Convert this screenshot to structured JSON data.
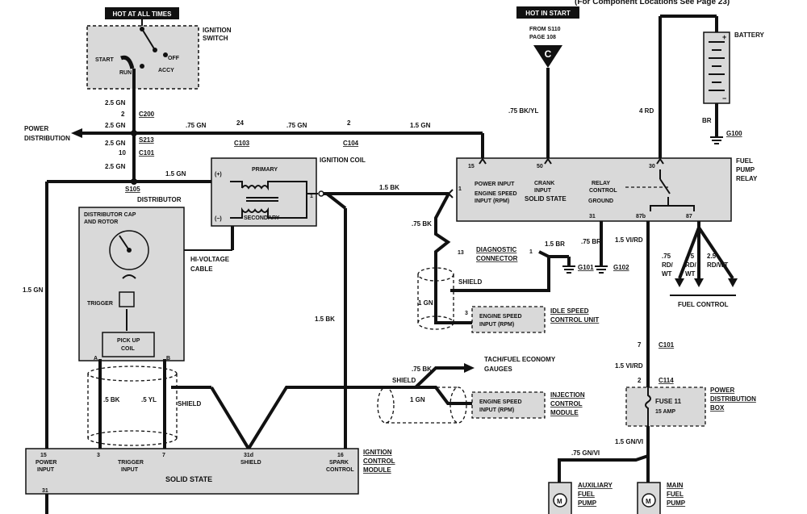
{
  "header": {
    "hot_all_times": "HOT AT ALL TIMES",
    "hot_in_start": "HOT IN START",
    "note": "(For Component Locations See Page 23)"
  },
  "ignition_switch": {
    "title1": "IGNITION",
    "title2": "SWITCH",
    "start": "START",
    "run": "RUN",
    "off": "OFF",
    "accy": "ACCY"
  },
  "power_distribution": {
    "line1": "POWER",
    "line2": "DISTRIBUTION"
  },
  "wires": {
    "gn25_a": "2.5 GN",
    "gn25_b": "2.5 GN",
    "gn25_c": "2.5 GN",
    "gn25_d": "2.5 GN",
    "gn075_a": ".75 GN",
    "gn075_b": ".75 GN",
    "gn15_top": "1.5 GN",
    "gn15_coil": "1.5 GN",
    "gn15_left": "1.5 GN",
    "bk15_coil": "1.5 BK",
    "bk15_down": "1.5 BK",
    "bk075_diag": ".75 BK",
    "bk075_tach": ".75 BK",
    "bkyl": ".75 BK/YL",
    "rd4": "4 RD",
    "br": "BR",
    "br15": "1.5 BR",
    "br075": ".75 BR",
    "virdd": "1.5 VI/RD",
    "virdd2": "1.5 VI/RD",
    "gnvi15": "1.5 GN/VI",
    "gnvi075": ".75 GN/VI",
    "rdwt1": ".75",
    "rdwt1b": "RD/",
    "rdwt1c": "WT",
    "rdwt2": ".75",
    "rdwt2b": "RD/",
    "rdwt2c": "WT",
    "rdwt3": "2.5",
    "rdwt3b": "RD/WT",
    "gn1": "1 GN",
    "gn1b": "1 GN",
    "bk5": ".5 BK",
    "yl5": ".5 YL"
  },
  "connectors": {
    "c200": "C200",
    "c200_pin": "2",
    "s213": "S213",
    "c101": "C101",
    "c101_pin": "10",
    "s105": "S105",
    "c103": "C103",
    "c103_pin": "24",
    "c104": "C104",
    "c104_pin": "2",
    "c101b": "C101",
    "c101b_pin": "7",
    "c114": "C114",
    "c114_pin": "2"
  },
  "from_s110": {
    "line1": "FROM S110",
    "line2": "PAGE 108",
    "letter": "C"
  },
  "battery": {
    "label": "BATTERY",
    "plus": "+",
    "minus": "−"
  },
  "grounds": {
    "g100": "G100",
    "g101": "G101",
    "g102": "G102"
  },
  "ignition_coil": {
    "title": "IGNITION COIL",
    "primary": "PRIMARY",
    "secondary": "SECONDARY",
    "plus": "(+)",
    "minus": "(−)",
    "pin1": "1"
  },
  "hv_cable": {
    "line1": "HI-VOLTAGE",
    "line2": "CABLE"
  },
  "distributor": {
    "title": "DISTRIBUTOR",
    "cap1": "DISTRIBUTOR CAP",
    "cap2": "AND ROTOR",
    "trigger": "TRIGGER",
    "pickup1": "PICK UP",
    "pickup2": "COIL",
    "a": "A",
    "b": "B"
  },
  "relay": {
    "title1": "FUEL",
    "title2": "PUMP",
    "title3": "RELAY",
    "pin15": "15",
    "pin50": "50",
    "pin30": "30",
    "pin1": "1",
    "pin31": "31",
    "pin87b": "87b",
    "pin87": "87",
    "power_input": "POWER INPUT",
    "crank1": "CRANK",
    "crank2": "INPUT",
    "relay1": "RELAY",
    "relay2": "CONTROL",
    "engine_speed1": "ENGINE SPEED",
    "engine_speed2": "INPUT (RPM)",
    "solid_state": "SOLID STATE",
    "ground": "GROUND"
  },
  "diag": {
    "pin13": "13",
    "title1": "DIAGNOSTIC",
    "title2": "CONNECTOR",
    "pin1": "1"
  },
  "shield": {
    "a": "SHIELD",
    "b": "SHIELD",
    "c": "SHIELD"
  },
  "idle": {
    "pin3": "3",
    "input1": "ENGINE SPEED",
    "input2": "INPUT (RPM)",
    "title1": "IDLE SPEED",
    "title2": "CONTROL UNIT"
  },
  "fuel_control": "FUEL CONTROL",
  "tach": {
    "line1": "TACH/FUEL ECONOMY",
    "line2": "GAUGES"
  },
  "injection": {
    "input1": "ENGINE SPEED",
    "input2": "INPUT (RPM)",
    "title1": "INJECTION",
    "title2": "CONTROL",
    "title3": "MODULE"
  },
  "fuse": {
    "name": "FUSE 11",
    "amp": "15 AMP",
    "box1": "POWER",
    "box2": "DISTRIBUTION",
    "box3": "BOX"
  },
  "icm": {
    "title1": "IGNITION",
    "title2": "CONTROL",
    "title3": "MODULE",
    "pin15": "15",
    "pin3": "3",
    "pin7": "7",
    "pin31d": "31d",
    "pin16": "16",
    "pin31": "31",
    "power1": "POWER",
    "power2": "INPUT",
    "trig1": "TRIGGER",
    "trig2": "INPUT",
    "shield": "SHIELD",
    "spark1": "SPARK",
    "spark2": "CONTROL",
    "solid": "SOLID STATE"
  },
  "pumps": {
    "aux1": "AUXILIARY",
    "aux2": "FUEL",
    "aux3": "PUMP",
    "main1": "MAIN",
    "main2": "FUEL",
    "main3": "PUMP",
    "m": "M"
  }
}
